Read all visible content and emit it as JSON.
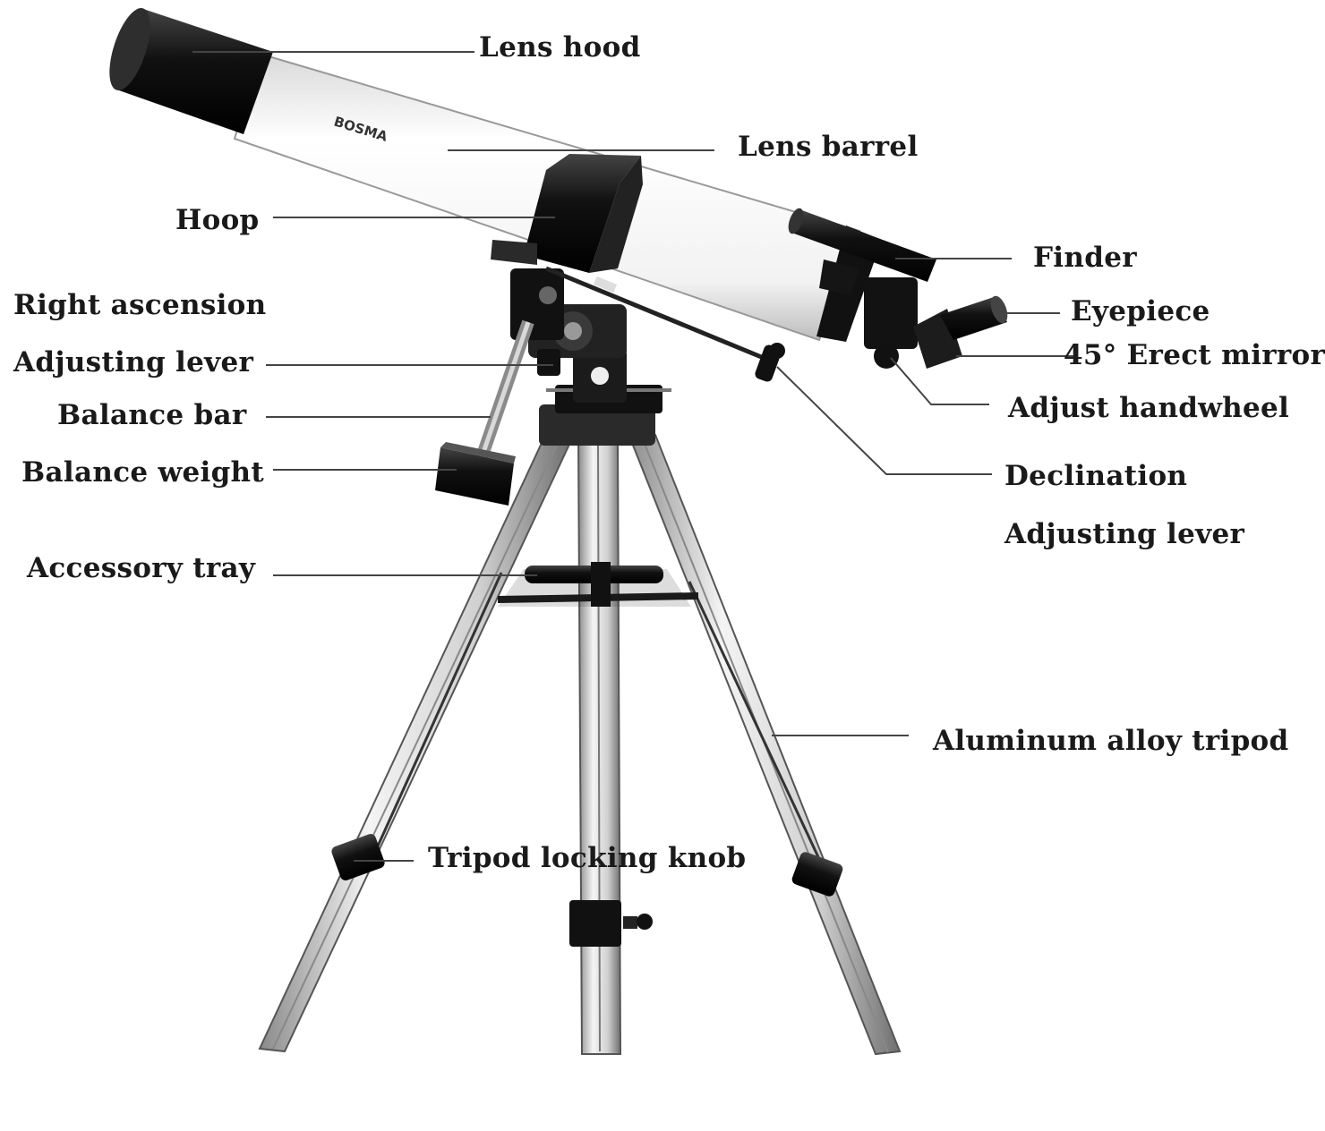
{
  "labels": {
    "lens_hood": "Lens hood",
    "lens_barrel": "Lens barrel",
    "hoop": "Hoop",
    "finder": "Finder",
    "right_ascension": "Right ascension",
    "eyepiece": "Eyepiece",
    "adjusting_lever_left": "Adjusting lever",
    "erect_mirror": "45° Erect mirror",
    "adjust_handwheel": "Adjust handwheel",
    "balance_bar": "Balance bar",
    "balance_weight": "Balance weight",
    "declination": "Declination",
    "adjusting_lever_right": "Adjusting lever",
    "accessory_tray": "Accessory tray",
    "aluminum_tripod": "Aluminum alloy tripod",
    "tripod_knob": "Tripod locking knob"
  },
  "tube_brand_mark": "BOSMA"
}
